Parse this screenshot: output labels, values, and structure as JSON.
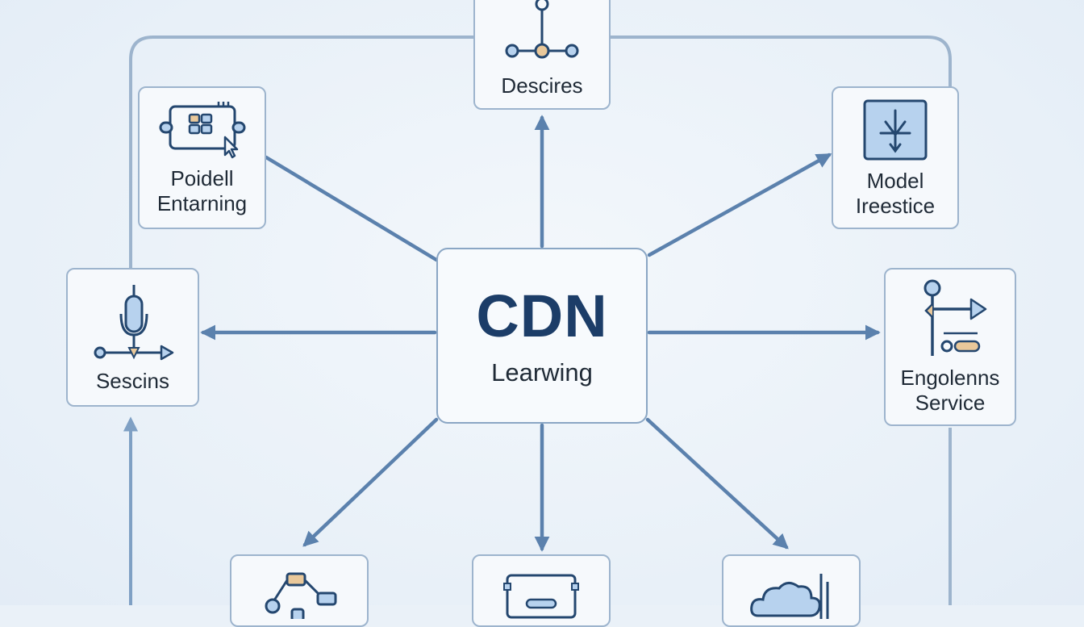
{
  "diagram": {
    "hub": {
      "title": "CDN",
      "subtitle": "Learwing"
    },
    "nodes": [
      {
        "id": "top",
        "label": "Descires",
        "icon": "node-graph-icon"
      },
      {
        "id": "top-left",
        "label": "Poidell\nEntarning",
        "icon": "chip-cursor-icon"
      },
      {
        "id": "top-right",
        "label": "Model\nIreestice",
        "icon": "model-panel-icon"
      },
      {
        "id": "left",
        "label": "Sescins",
        "icon": "microphone-flow-icon"
      },
      {
        "id": "right",
        "label": "Engolenns\nService",
        "icon": "signpost-icon"
      },
      {
        "id": "bottom-left",
        "label": "",
        "icon": "workflow-icon"
      },
      {
        "id": "bottom",
        "label": "",
        "icon": "board-icon"
      },
      {
        "id": "bottom-right",
        "label": "",
        "icon": "cloud-chart-icon"
      }
    ],
    "colors": {
      "arrow": "#5b81ad",
      "loop": "#9db4cd",
      "border": "#9db4cd",
      "icon_stroke": "#24476f",
      "icon_fill": "#b7d2ee",
      "accent": "#e9c89a",
      "hub_title": "#1c3d68"
    }
  }
}
